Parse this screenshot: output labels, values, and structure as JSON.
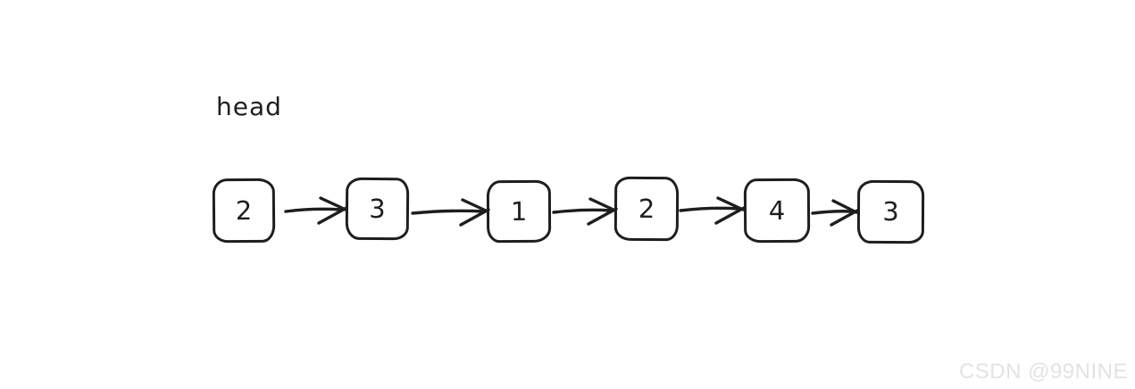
{
  "colors": {
    "stroke": "#1e1e1e",
    "background": "#ffffff",
    "node_fill": "#ffffff",
    "watermark": "#e3e3e3"
  },
  "diagram": {
    "type": "linked-list",
    "head_label": "head",
    "nodes": [
      {
        "value": "2"
      },
      {
        "value": "3"
      },
      {
        "value": "1"
      },
      {
        "value": "2"
      },
      {
        "value": "4"
      },
      {
        "value": "3"
      }
    ]
  },
  "watermark": {
    "text": "CSDN @99NINE"
  }
}
